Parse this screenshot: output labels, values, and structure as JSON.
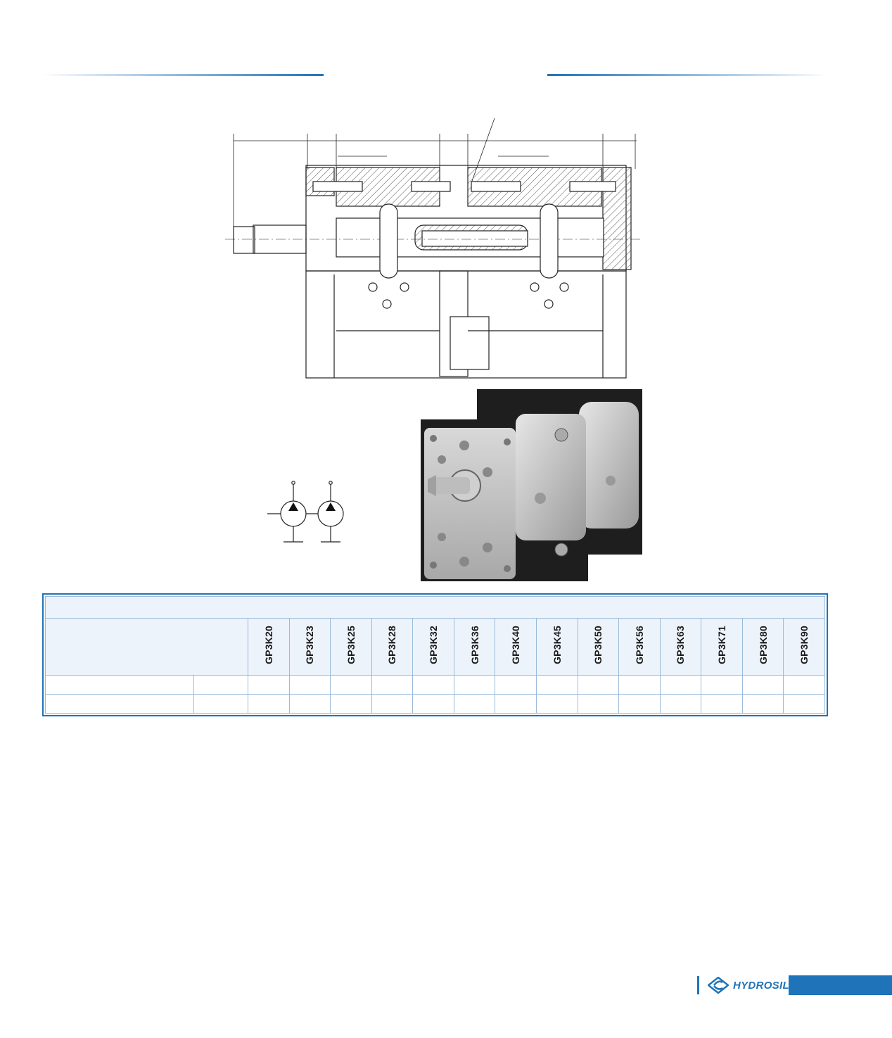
{
  "spec_table": {
    "models": [
      "GP3K20",
      "GP3K23",
      "GP3K25",
      "GP3K28",
      "GP3K32",
      "GP3K36",
      "GP3K40",
      "GP3K45",
      "GP3K50",
      "GP3K56",
      "GP3K63",
      "GP3K71",
      "GP3K80",
      "GP3K90"
    ]
  },
  "brand": {
    "name": "HYDROSILA"
  },
  "colors": {
    "accent": "#1f73b8",
    "table_fill": "#edf3fb",
    "table_border": "#9bbbd9"
  }
}
